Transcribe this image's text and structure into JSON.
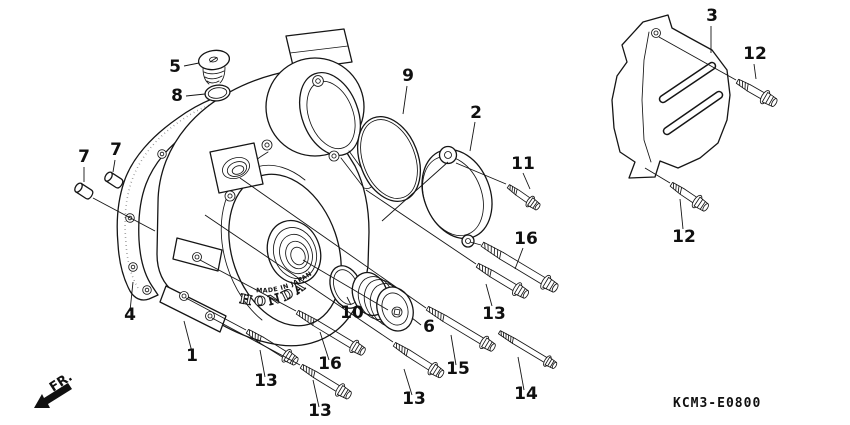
{
  "figure": {
    "code": "KCM3-E0800",
    "front_marker": "FR.",
    "engraving": {
      "brand": "HONDA",
      "origin": "MADE IN JAPAN"
    }
  },
  "callouts": {
    "c1": "1",
    "c2": "2",
    "c3": "3",
    "c4": "4",
    "c5": "5",
    "c6": "6",
    "c7a": "7",
    "c7b": "7",
    "c8": "8",
    "c9": "9",
    "c10": "10",
    "c11": "11",
    "c12a": "12",
    "c12b": "12",
    "c13a": "13",
    "c13b": "13",
    "c13c": "13",
    "c13d": "13",
    "c14": "14",
    "c15": "15",
    "c16a": "16",
    "c16b": "16"
  }
}
